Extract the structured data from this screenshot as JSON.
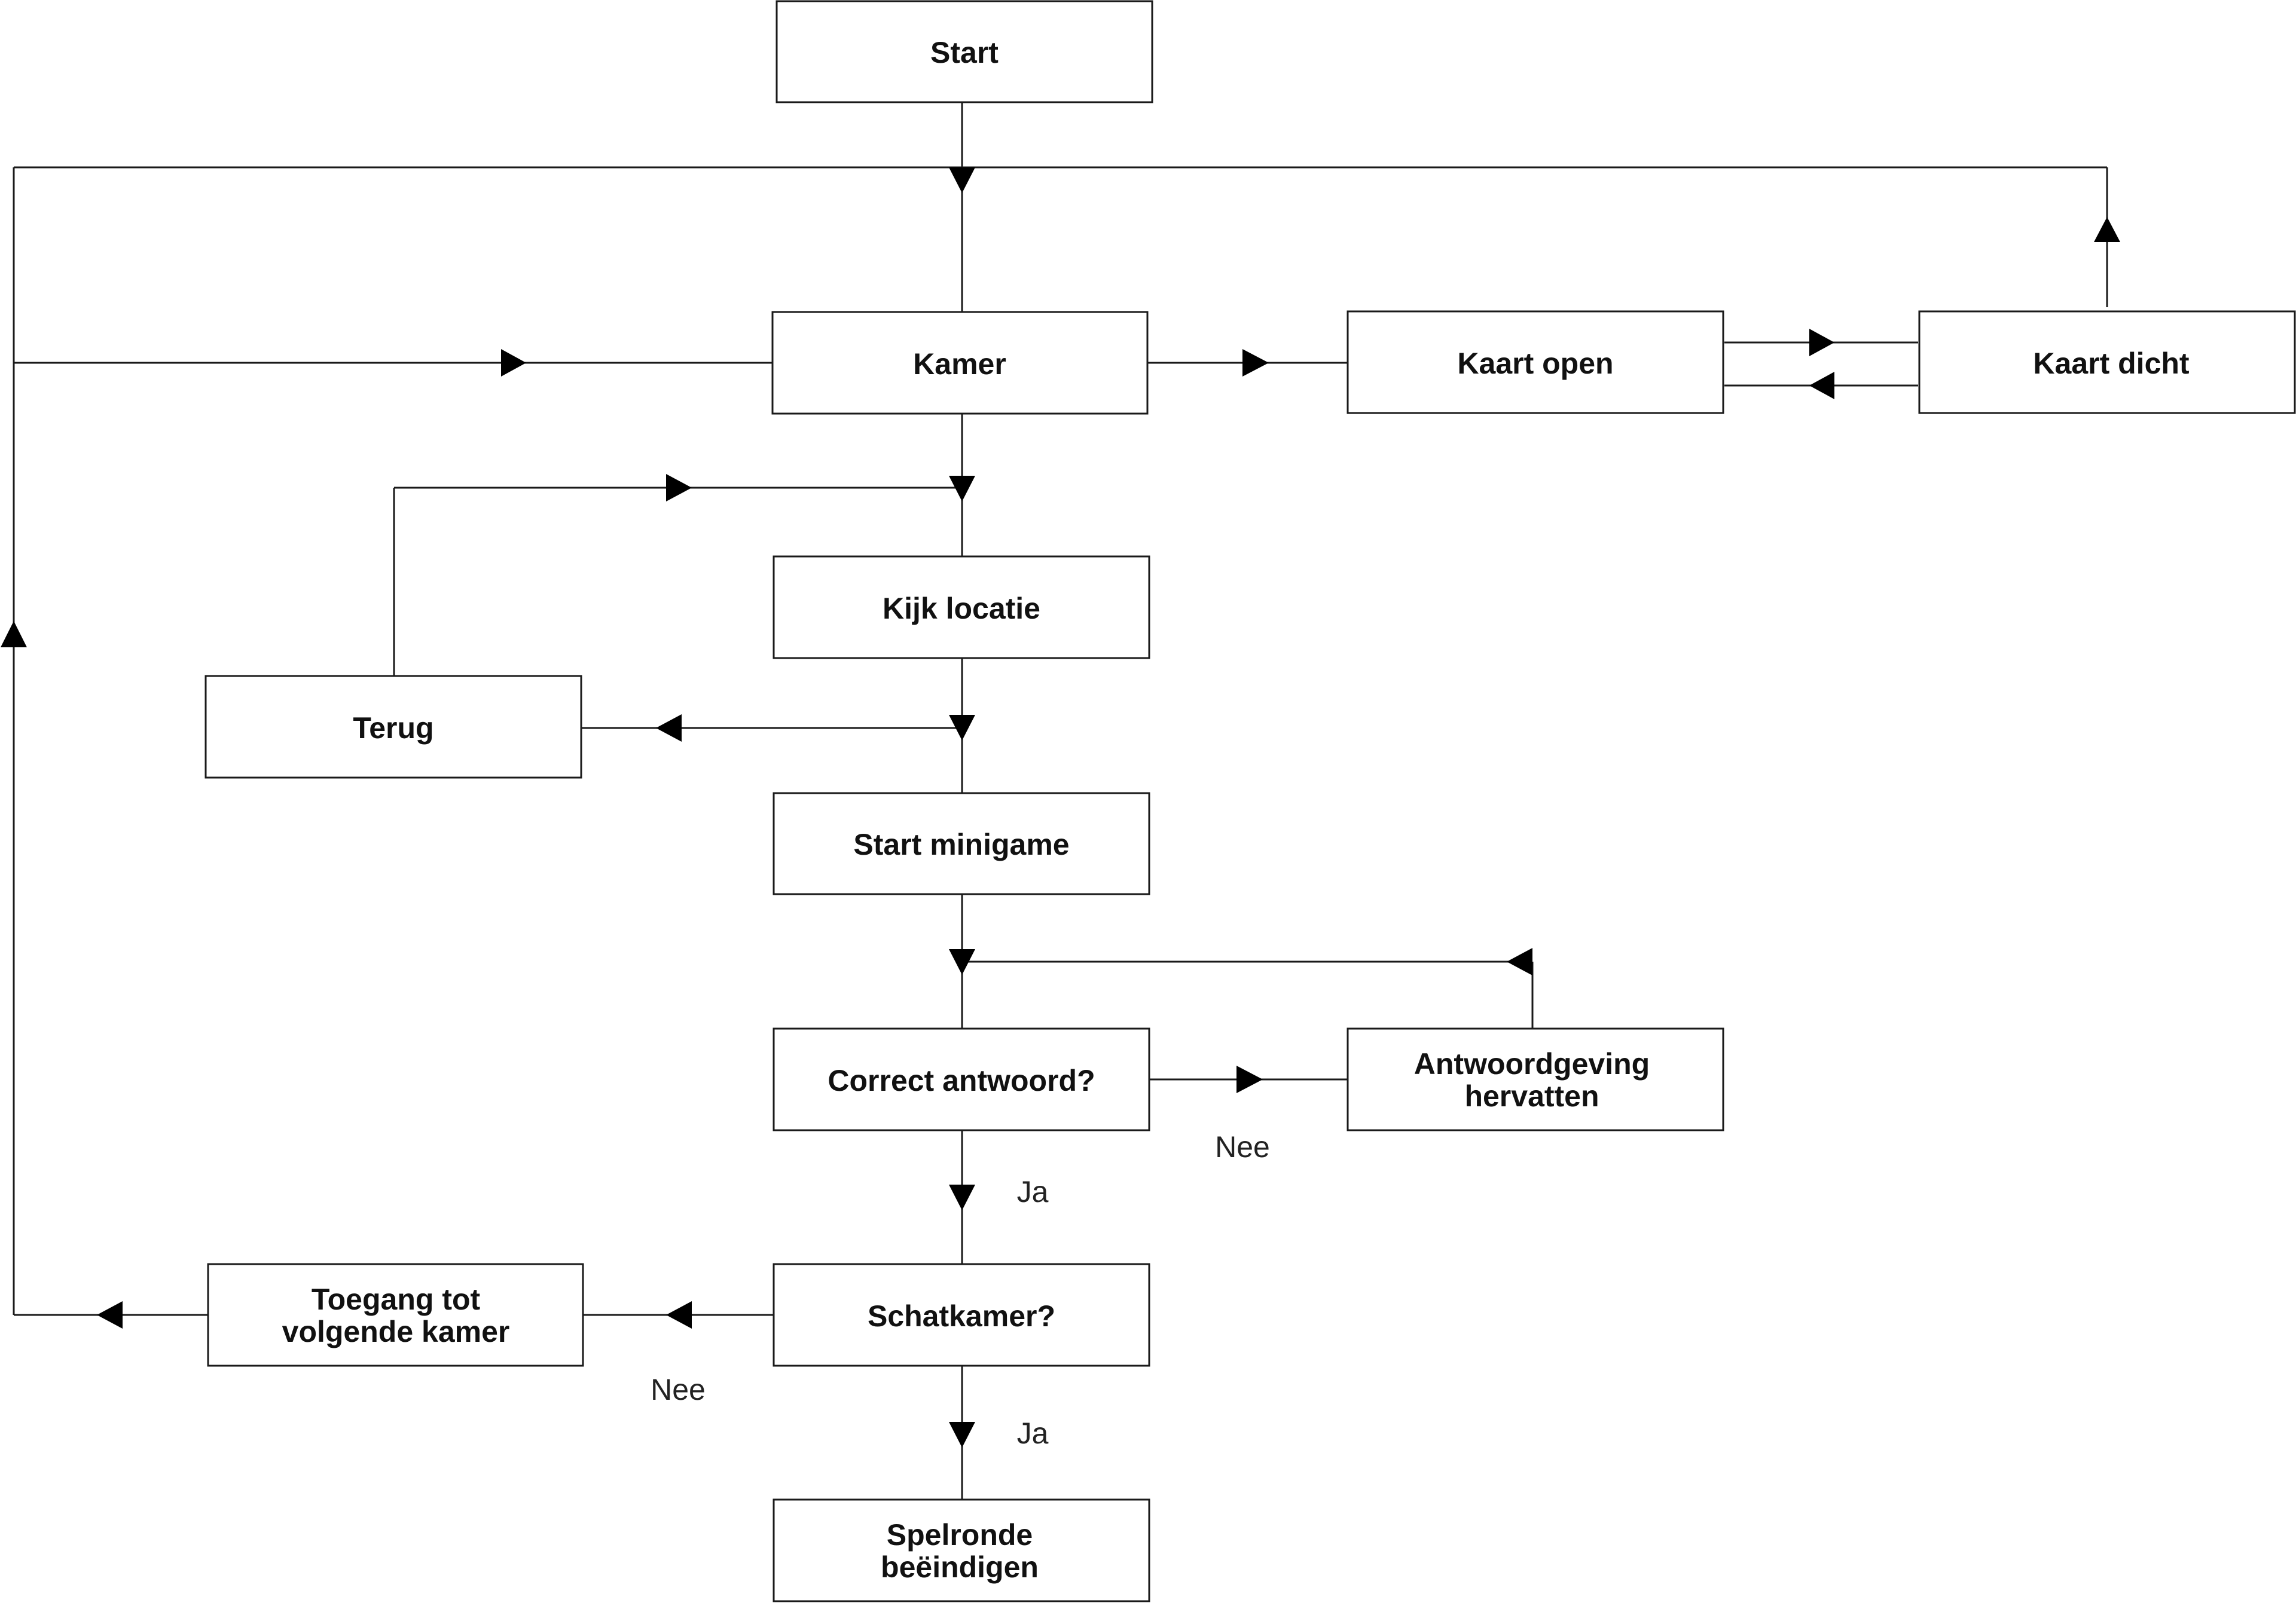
{
  "nodes": {
    "start": {
      "lines": [
        "Start"
      ]
    },
    "kamer": {
      "lines": [
        "Kamer"
      ]
    },
    "kaart_open": {
      "lines": [
        "Kaart open"
      ]
    },
    "kaart_dicht": {
      "lines": [
        "Kaart dicht"
      ]
    },
    "kijk_locatie": {
      "lines": [
        "Kijk locatie"
      ]
    },
    "terug": {
      "lines": [
        "Terug"
      ]
    },
    "start_minigame": {
      "lines": [
        "Start minigame"
      ]
    },
    "correct_antwoord": {
      "lines": [
        "Correct antwoord?"
      ]
    },
    "antwoordgeving_hervatten": {
      "lines": [
        "Antwoordgeving",
        "hervatten"
      ]
    },
    "schatkamer": {
      "lines": [
        "Schatkamer?"
      ]
    },
    "toegang_volgende_kamer": {
      "lines": [
        "Toegang tot",
        "volgende kamer"
      ]
    },
    "spelronde_beeindigen": {
      "lines": [
        "Spelronde",
        "beëindigen"
      ]
    }
  },
  "edge_labels": {
    "correct_nee": "Nee",
    "correct_ja": "Ja",
    "schatkamer_nee": "Nee",
    "schatkamer_ja": "Ja"
  },
  "colors": {
    "line": "#1a1a1a",
    "arrow": "#000000",
    "box_fill": "#ffffff",
    "text": "#111111"
  }
}
